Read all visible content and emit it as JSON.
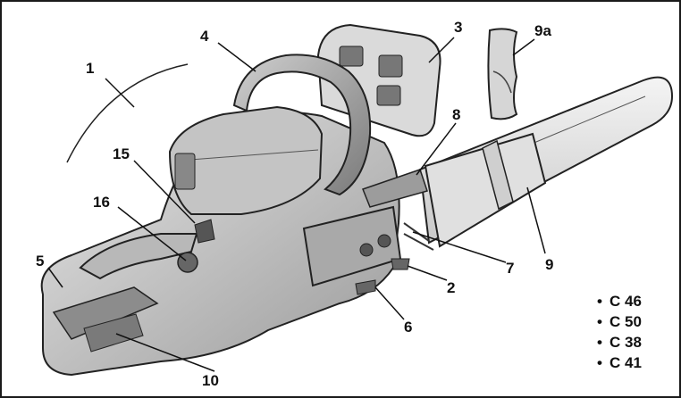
{
  "callouts": {
    "c1": "1",
    "c2": "2",
    "c3": "3",
    "c4": "4",
    "c5": "5",
    "c6": "6",
    "c7": "7",
    "c8": "8",
    "c9": "9",
    "c9a": "9a",
    "c10": "10",
    "c15": "15",
    "c16": "16"
  },
  "models": [
    {
      "bullet": "•",
      "name": "C 46"
    },
    {
      "bullet": "•",
      "name": "C 50"
    },
    {
      "bullet": "•",
      "name": "C 38"
    },
    {
      "bullet": "•",
      "name": "C 41"
    }
  ]
}
